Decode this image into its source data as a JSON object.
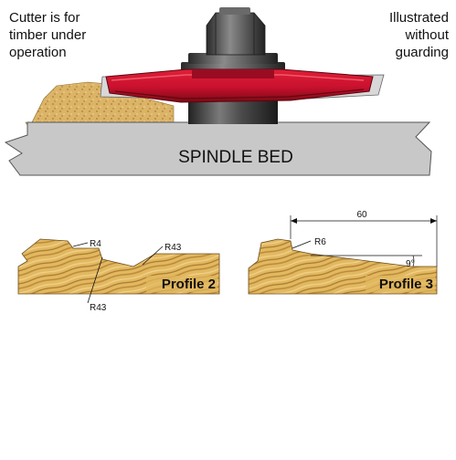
{
  "captions": {
    "left": [
      "Cutter is for",
      "timber under",
      "operation"
    ],
    "right": [
      "Illustrated",
      "without",
      "guarding"
    ]
  },
  "spindle_bed": {
    "label": "SPINDLE BED"
  },
  "profile_2": {
    "label": "Profile 2",
    "radius_top": "R4",
    "radius_right": "R43",
    "radius_bottom": "R43"
  },
  "profile_3": {
    "label": "Profile 3",
    "width": "60",
    "radius": "R6",
    "angle": "9°"
  },
  "colors": {
    "cutter_red": "#c8102e",
    "cutter_dark": "#7a0a14",
    "bed_gray": "#c8c8c8",
    "timber": "#e2b860",
    "steel": "#3c3c3c"
  }
}
